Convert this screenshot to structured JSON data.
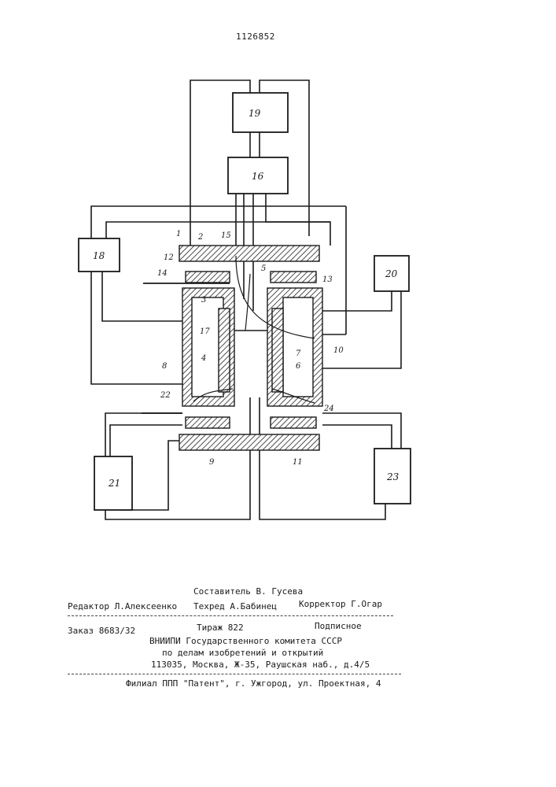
{
  "page": {
    "number": "1126852"
  },
  "figure": {
    "blocks": [
      "19",
      "16",
      "18",
      "20",
      "21",
      "23"
    ],
    "labels": [
      "1",
      "2",
      "15",
      "12",
      "14",
      "5",
      "13",
      "3",
      "17",
      "4",
      "7",
      "6",
      "8",
      "10",
      "22",
      "24",
      "9",
      "11"
    ]
  },
  "imprint": {
    "composer": "Составитель В. Гусева",
    "editor": "Редактор Л.Алексеенко",
    "techred": "Техред А.Бабинец",
    "corrector": "Корректор Г.Огар",
    "order": "Заказ 8683/32",
    "circulation": "Тираж 822",
    "subscription": "Подписное",
    "org_line1": "ВНИИПИ Государственного комитета СССР",
    "org_line2": "по делам изобретений и открытий",
    "address": "113035, Москва, Ж-35, Раушская наб., д.4/5",
    "branch": "Филиал ППП \"Патент\", г. Ужгород, ул. Проектная, 4"
  }
}
